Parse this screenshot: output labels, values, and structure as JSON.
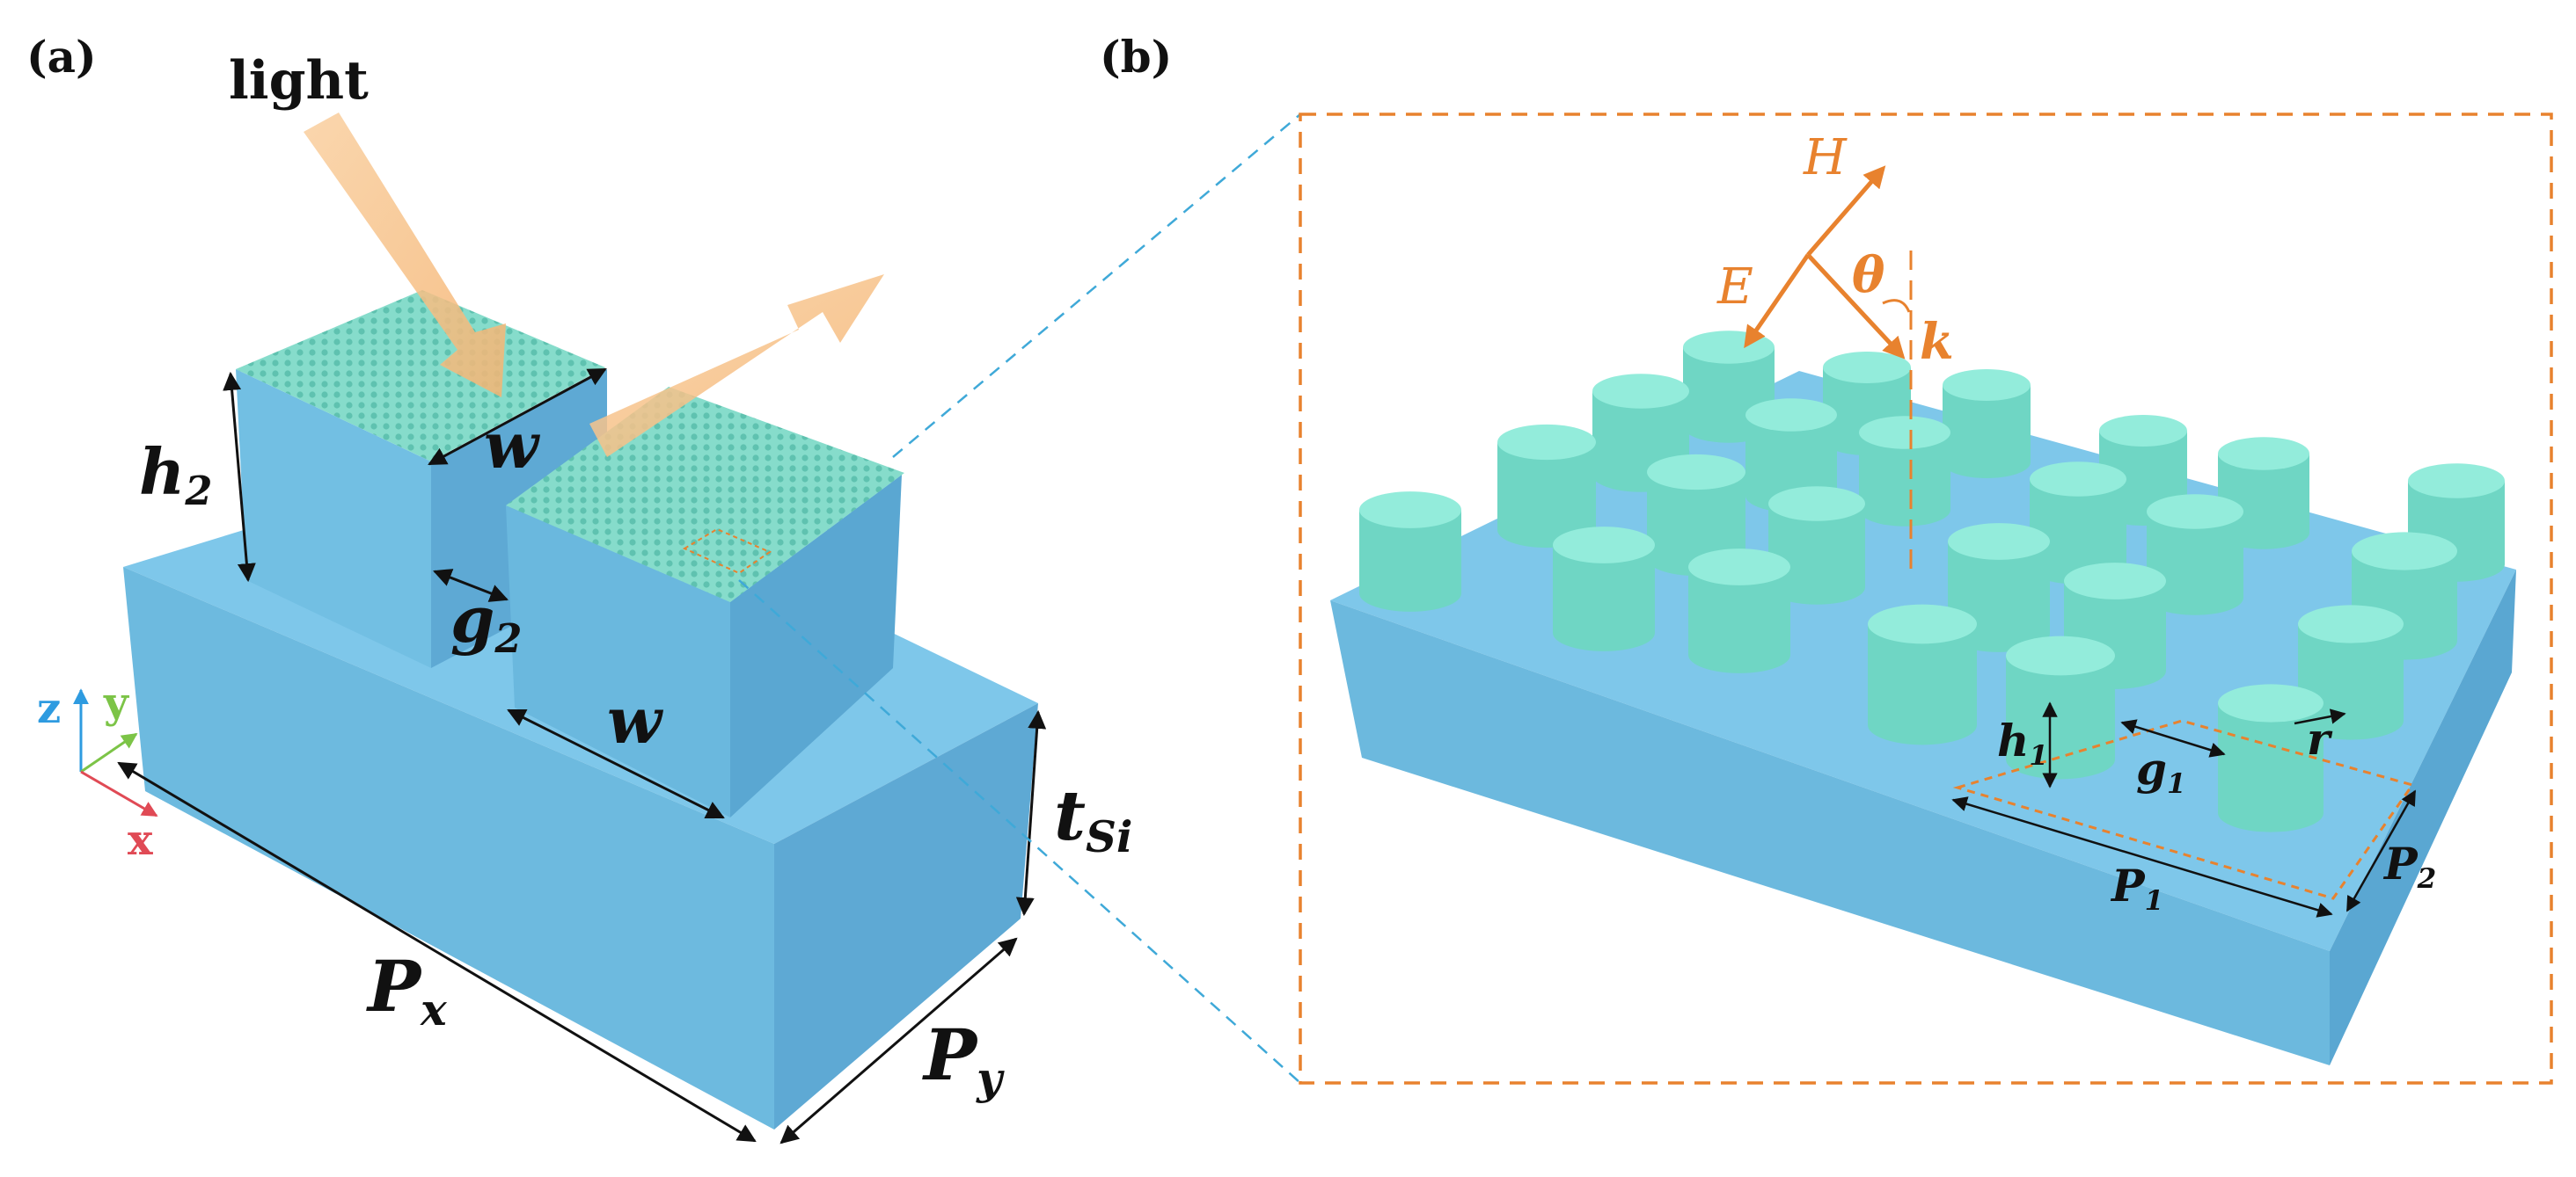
{
  "panels": {
    "a": "(a)",
    "b": "(b)"
  },
  "labels": {
    "light": "light",
    "w_top": "w",
    "h2": {
      "base": "h",
      "sub": "2"
    },
    "g2": {
      "base": "g",
      "sub": "2"
    },
    "w_front": "w",
    "t_si": {
      "base": "t",
      "sub": "Si"
    },
    "px": {
      "base": "P",
      "sub": "x"
    },
    "py": {
      "base": "P",
      "sub": "y"
    },
    "h1": {
      "base": "h",
      "sub": "1"
    },
    "g1": {
      "base": "g",
      "sub": "1"
    },
    "r": "r",
    "p1": {
      "base": "P",
      "sub": "1"
    },
    "p2": {
      "base": "P",
      "sub": "2"
    },
    "H": "H",
    "E": "E",
    "theta": "θ",
    "k": "k"
  },
  "axes": {
    "z": "z",
    "y": "y",
    "x": "x"
  },
  "colors": {
    "substrate_top": "#7ec7ea",
    "substrate_front": "#6fbadf",
    "substrate_side": "#5aa8d3",
    "pillar": "#7ee3d0",
    "pillar_side": "#6fd6c4",
    "pillar_top": "#93ecdb",
    "arrow_light": "#f8c38a",
    "accent_orange": "#e8822e",
    "zoom_line": "#3fa9d8",
    "axis_z": "#2e9be0",
    "axis_y": "#7cc447",
    "axis_x": "#e04a55"
  }
}
